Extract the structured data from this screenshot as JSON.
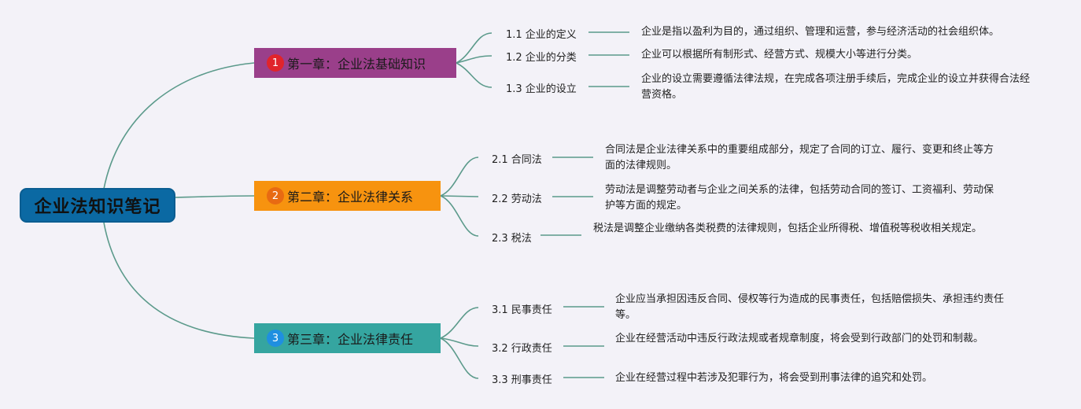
{
  "root": {
    "title": "企业法知识笔记"
  },
  "colors": {
    "root": "#0b69a3",
    "connector": "#5b9a8b",
    "chapter1": "#9a3f8a",
    "chapter1_badge": "#e0242b",
    "chapter2": "#f7930f",
    "chapter2_badge": "#e86a12",
    "chapter3": "#35a5a0",
    "chapter3_badge": "#1f8fe0"
  },
  "chapters": [
    {
      "number": "1",
      "title": "第一章：企业法基础知识",
      "sections": [
        {
          "title": "1.1 企业的定义",
          "text": "企业是指以盈利为目的，通过组织、管理和运营，参与经济活动的社会组织体。"
        },
        {
          "title": "1.2 企业的分类",
          "text": "企业可以根据所有制形式、经营方式、规模大小等进行分类。"
        },
        {
          "title": "1.3 企业的设立",
          "text": "企业的设立需要遵循法律法规，在完成各项注册手续后，完成企业的设立并获得合法经营资格。"
        }
      ]
    },
    {
      "number": "2",
      "title": "第二章：企业法律关系",
      "sections": [
        {
          "title": "2.1 合同法",
          "text": "合同法是企业法律关系中的重要组成部分，规定了合同的订立、履行、变更和终止等方面的法律规则。"
        },
        {
          "title": "2.2 劳动法",
          "text": "劳动法是调整劳动者与企业之间关系的法律，包括劳动合同的签订、工资福利、劳动保护等方面的规定。"
        },
        {
          "title": "2.3 税法",
          "text": "税法是调整企业缴纳各类税费的法律规则，包括企业所得税、增值税等税收相关规定。"
        }
      ]
    },
    {
      "number": "3",
      "title": "第三章：企业法律责任",
      "sections": [
        {
          "title": "3.1 民事责任",
          "text": "企业应当承担因违反合同、侵权等行为造成的民事责任，包括赔偿损失、承担违约责任等。"
        },
        {
          "title": "3.2 行政责任",
          "text": "企业在经营活动中违反行政法规或者规章制度，将会受到行政部门的处罚和制裁。"
        },
        {
          "title": "3.3 刑事责任",
          "text": "企业在经营过程中若涉及犯罪行为，将会受到刑事法律的追究和处罚。"
        }
      ]
    }
  ]
}
